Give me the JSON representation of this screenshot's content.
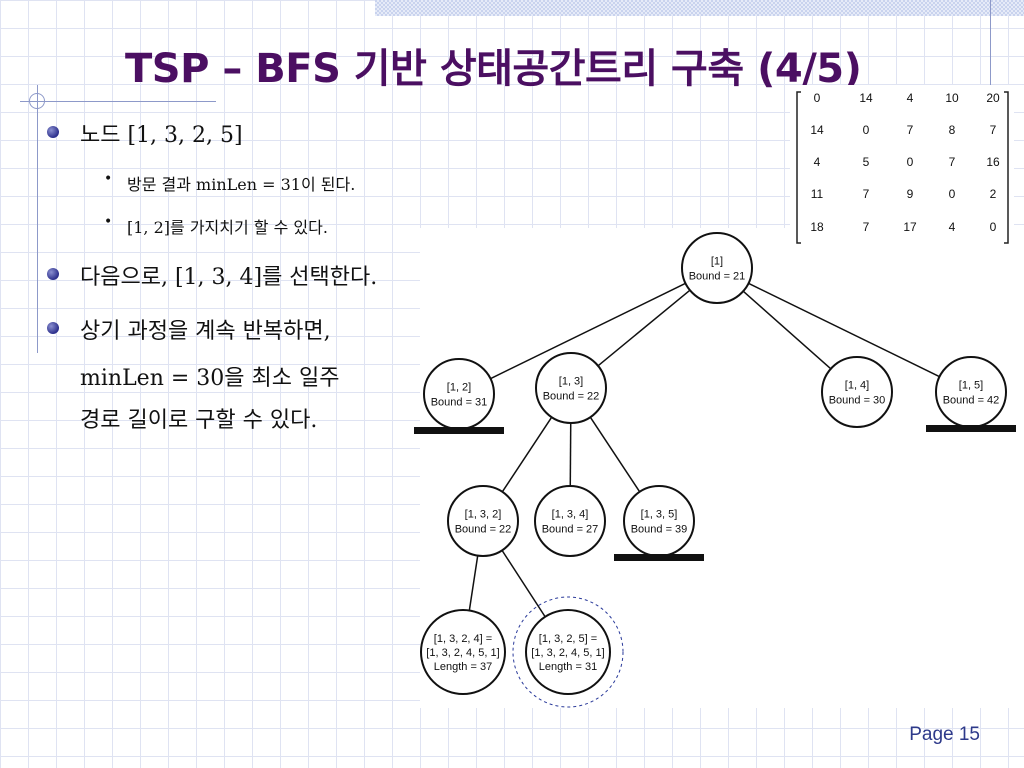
{
  "slide": {
    "title": "TSP – BFS 기반 상태공간트리 구축 (4/5)",
    "page_number": "Page 15"
  },
  "body": {
    "b1": "노드 [1, 3, 2, 5]",
    "b1_sub1": "방문 결과 minLen = 31이 된다.",
    "b1_sub2": "[1, 2]를 가지치기 할 수 있다.",
    "b2": "다음으로, [1, 3, 4]를 선택한다.",
    "b3_line1": "상기 과정을 계속 반복하면,",
    "b3_line2": "minLen = 30을 최소 일주",
    "b3_line3": "경로 길이로 구할 수 있다."
  },
  "matrix": [
    [
      "0",
      "14",
      "4",
      "10",
      "20"
    ],
    [
      "14",
      "0",
      "7",
      "8",
      "7"
    ],
    [
      "4",
      "5",
      "0",
      "7",
      "16"
    ],
    [
      "11",
      "7",
      "9",
      "0",
      "2"
    ],
    [
      "18",
      "7",
      "17",
      "4",
      "0"
    ]
  ],
  "tree": {
    "nodes": [
      {
        "id": "root",
        "lines": [
          "[1]",
          "Bound = 21"
        ],
        "pruned": false,
        "highlighted": false
      },
      {
        "id": "n12",
        "lines": [
          "[1, 2]",
          "Bound = 31"
        ],
        "pruned": true,
        "highlighted": false
      },
      {
        "id": "n13",
        "lines": [
          "[1, 3]",
          "Bound = 22"
        ],
        "pruned": false,
        "highlighted": false
      },
      {
        "id": "n14",
        "lines": [
          "[1, 4]",
          "Bound = 30"
        ],
        "pruned": false,
        "highlighted": false
      },
      {
        "id": "n15",
        "lines": [
          "[1, 5]",
          "Bound = 42"
        ],
        "pruned": true,
        "highlighted": false
      },
      {
        "id": "n132",
        "lines": [
          "[1, 3, 2]",
          "Bound = 22"
        ],
        "pruned": false,
        "highlighted": false
      },
      {
        "id": "n134",
        "lines": [
          "[1, 3, 4]",
          "Bound = 27"
        ],
        "pruned": false,
        "highlighted": false
      },
      {
        "id": "n135",
        "lines": [
          "[1, 3, 5]",
          "Bound = 39"
        ],
        "pruned": true,
        "highlighted": false
      },
      {
        "id": "n1324",
        "lines": [
          "[1, 3, 2, 4] =",
          "[1, 3, 2, 4, 5, 1]",
          "Length = 37"
        ],
        "pruned": false,
        "highlighted": false
      },
      {
        "id": "n1325",
        "lines": [
          "[1, 3, 2, 5] =",
          "[1, 3, 2, 4, 5, 1]",
          "Length = 31"
        ],
        "pruned": false,
        "highlighted": true
      }
    ],
    "edges": [
      [
        "root",
        "n12"
      ],
      [
        "root",
        "n13"
      ],
      [
        "root",
        "n14"
      ],
      [
        "root",
        "n15"
      ],
      [
        "n13",
        "n132"
      ],
      [
        "n13",
        "n134"
      ],
      [
        "n13",
        "n135"
      ],
      [
        "n132",
        "n1324"
      ],
      [
        "n132",
        "n1325"
      ]
    ]
  }
}
